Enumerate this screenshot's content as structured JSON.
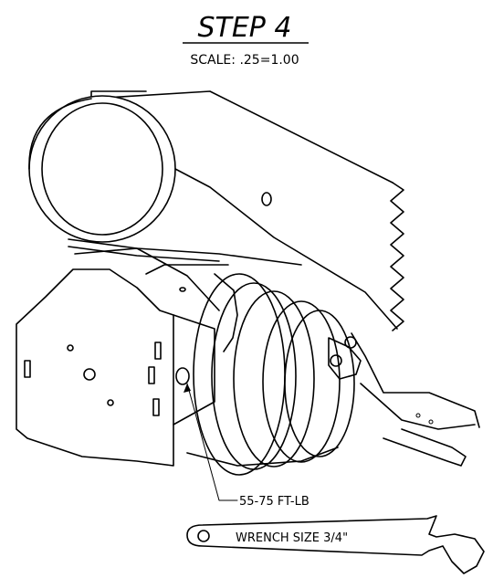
{
  "header": {
    "step_title": "STEP 4",
    "scale_text": "SCALE: .25=1.00"
  },
  "callouts": {
    "torque": "55-75 FT-LB"
  },
  "wrench": {
    "label": "WRENCH SIZE 3/4\""
  },
  "colors": {
    "line": "#000000",
    "background": "#ffffff"
  }
}
